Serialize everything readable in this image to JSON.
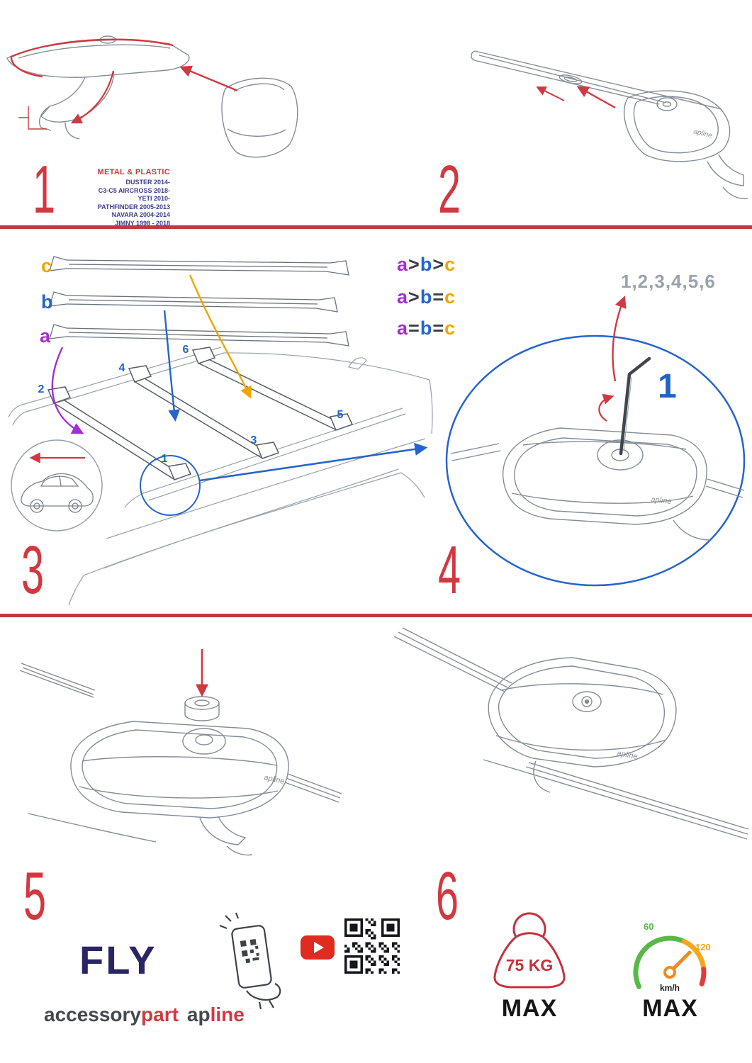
{
  "steps": {
    "s1": {
      "number": "1",
      "material": "METAL & PLASTIC",
      "models": [
        "DUSTER 2014-",
        "C3-C5 AIRCROSS 2018-",
        "YETI 2010-",
        "PATHFINDER 2005-2013",
        "NAVARA 2004-2014",
        "JIMNY 1998 - 2018"
      ]
    },
    "s2": {
      "number": "2"
    },
    "s3": {
      "number": "3",
      "bar_labels": {
        "c": "c",
        "b": "b",
        "a": "a"
      },
      "legend": [
        {
          "p1": "a",
          "op1": ">",
          "p2": "b",
          "op2": ">",
          "p3": "c"
        },
        {
          "p1": "a",
          "op1": ">",
          "p2": "b",
          "op2": "=",
          "p3": "c"
        },
        {
          "p1": "a",
          "op1": "=",
          "p2": "b",
          "op2": "=",
          "p3": "c"
        }
      ],
      "positions": {
        "n1": "1",
        "n2": "2",
        "n3": "3",
        "n4": "4",
        "n5": "5",
        "n6": "6"
      }
    },
    "s4": {
      "number": "4",
      "sequence": "1,2,3,4,5,6",
      "highlight": "1"
    },
    "s5": {
      "number": "5"
    },
    "s6": {
      "number": "6"
    }
  },
  "brand": {
    "product_mark": "apline",
    "fly": "FLY",
    "accessory": "accessory",
    "part": "part",
    "ap": "ap",
    "line": "line"
  },
  "limits": {
    "weight_value": "75 KG",
    "weight_max": "MAX",
    "speed_low": "60",
    "speed_high": "120",
    "speed_unit": "km/h",
    "speed_max": "MAX"
  },
  "colors": {
    "accent_red": "#d23840",
    "blue": "#1f63c9",
    "purple": "#a42fd2",
    "orange": "#f0a500",
    "youtube_red": "#e02b20",
    "gauge_green": "#58b947",
    "gauge_orange": "#f5a81c",
    "gauge_red": "#e23c39",
    "navy": "#2a2565"
  }
}
